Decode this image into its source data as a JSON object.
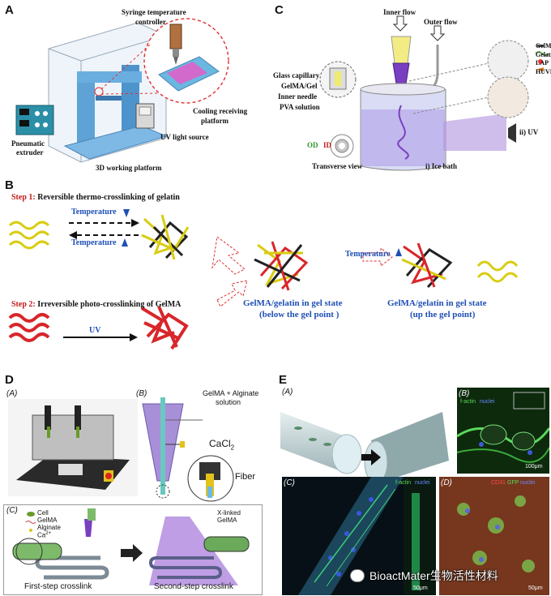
{
  "panel_A": {
    "label": "A",
    "syringe_label_line1": "Syringe temperature",
    "syringe_label_line2": "controller",
    "extruder_line1": "Pneumatic",
    "extruder_line2": "extruder",
    "cooling_line1": "Cooling receiving",
    "cooling_line2": "platform",
    "uv_source": "UV light source",
    "working_platform": "3D working platform"
  },
  "panel_B": {
    "label": "B",
    "step1_prefix": "Step 1:",
    "step1_text": "Reversible thermo-crosslinking of gelatin",
    "temp_down": "Temperature",
    "temp_up": "Temperature",
    "temp_up2": "Temperature",
    "step2_prefix": "Step 2:",
    "step2_text": "Irreversible photo-crosslinking of GelMA",
    "uv": "UV",
    "gel_state1_line1": "GelMA/gelatin in gel state",
    "gel_state1_line2": "(below the gel point )",
    "gel_state2_line1": "GelMA/gelatin in gel state",
    "gel_state2_line2": "(up the gel point)"
  },
  "panel_C": {
    "label": "C",
    "inner_flow": "Inner flow",
    "outer_flow": "Outer flow",
    "glass_capillary": "Glass capillary",
    "gelma_gel": "GelMA/Gel",
    "inner_needle": "Inner needle",
    "pva": "PVA solution",
    "od": "OD",
    "id": "ID",
    "transverse": "Transverse view",
    "ice_bath": "i) Ice bath",
    "uv": "ii) UV",
    "legend": [
      "GelMA",
      "Gelatin",
      "LAP",
      "HUVECs"
    ]
  },
  "panel_D": {
    "label": "D",
    "sub_a": "(A)",
    "sub_b": "(B)",
    "sub_c": "(C)",
    "gelma_alginate_line1": "GelMA + Alginate",
    "gelma_alginate_line2": "solution",
    "cacl2": "CaCl",
    "cacl2_sub": "2",
    "fiber": "Fiber",
    "legend_cell": "Cell",
    "legend_gelma": "GelMA",
    "legend_alginate": "Alginate",
    "legend_ca": "Ca",
    "legend_ca_sup": "2+",
    "xlinked_line1": "X-linked",
    "xlinked_line2": "GelMA",
    "first_step": "First-step crosslink",
    "second_step": "Second-step crosslink"
  },
  "panel_E": {
    "label": "E",
    "sub_a": "(A)",
    "sub_b": "(B)",
    "sub_c": "(C)",
    "sub_d": "(D)",
    "b_factin": "f-actin",
    "b_nuclei": "nuclei",
    "b_scale": "100μm",
    "c_factin": "f-actin",
    "c_nuclei": "nuclei",
    "c_scale": "50μm",
    "d_cd31": "CD31",
    "d_gfp": "GFP",
    "d_nuclei": "nuclei",
    "d_scale": "50μm"
  },
  "watermark": "BioactMater生物活性材料",
  "colors": {
    "blue_text": "#1f4fb5",
    "red_text": "#c41a1a",
    "yellow_fiber": "#d9cc12",
    "red_fiber": "#d8262b",
    "uv_purple": "#8a4fd0"
  }
}
